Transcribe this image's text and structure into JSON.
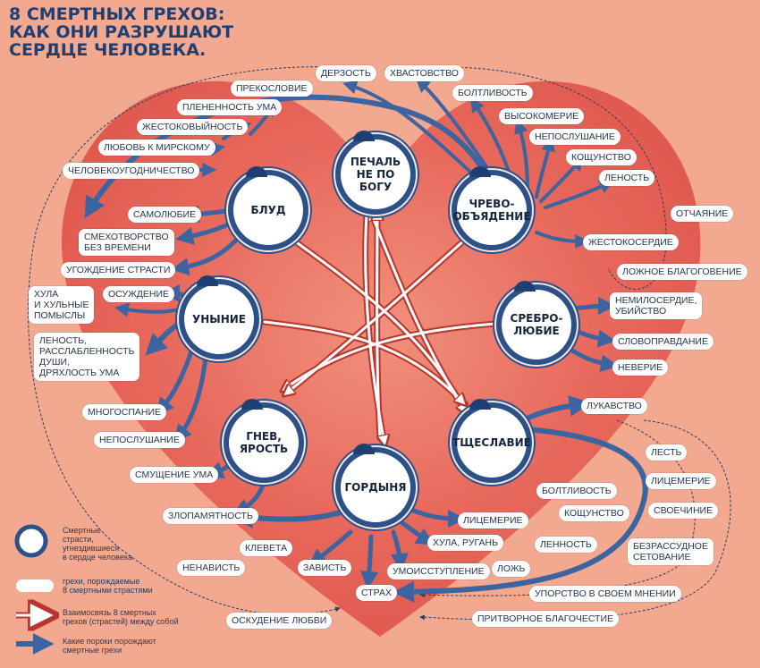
{
  "title": {
    "line1": "8 СМЕРТНЫХ ГРЕХОВ:",
    "line2": "КАК ОНИ РАЗРУШАЮТ",
    "line3": "СЕРДЦЕ ЧЕЛОВЕКА."
  },
  "colors": {
    "background": "#f2a98f",
    "heart": "#e5675c",
    "arrow_blue": "#3c64a0",
    "passion_ring": "#2c5189",
    "interlink_arrow": "#b8362e"
  },
  "passions": {
    "blud": "БЛУД",
    "pechal": "ПЕЧАЛЬ\nНЕ ПО БОГУ",
    "chrevo": "ЧРЕВО-\nОБЪЯДЕНИЕ",
    "unynie": "УНЫНИЕ",
    "srebro": "СРЕБРО-\nЛЮБИЕ",
    "gnev": "ГНЕВ,\nЯРОСТЬ",
    "tshche": "ТЩЕСЛАВИЕ",
    "gordynya": "ГОРДЫНЯ"
  },
  "sins": {
    "derzost": "ДЕРЗОСТЬ",
    "hvastovstvo": "ХВАСТОВСТВО",
    "prekoslovie": "ПРЕКОСЛОВИЕ",
    "plenennost": "ПЛЕНЕННОСТЬ УМА",
    "boltlivost_top": "БОЛТЛИВОСТЬ",
    "zhestokovyinost": "ЖЕСТОКОВЫЙНОСТЬ",
    "vysokomerie": "ВЫСОКОМЕРИЕ",
    "lyubov_mir": "ЛЮБОВЬ К МИРСКОМУ",
    "neposlushanie_top": "НЕПОСЛУШАНИЕ",
    "chelovekougod": "ЧЕЛОВЕКОУГОДНИЧЕСТВО",
    "koshchunstvo_top": "КОЩУНСТВО",
    "lenost_top": "ЛЕНОСТЬ",
    "samolyubie": "САМОЛЮБИЕ",
    "otchayanie": "ОТЧАЯНИЕ",
    "smehotvorstvo": "СМЕХОТВОРСТВО\nБЕЗ ВРЕМЕНИ",
    "zhestokoserdie": "ЖЕСТОКОСЕРДИЕ",
    "ugozhdenie": "УГОЖДЕНИЕ СТРАСТИ",
    "lozhnoe_blag": "ЛОЖНОЕ БЛАГОГОВЕНИЕ",
    "hula_pomysly": "ХУЛА\nИ ХУЛЬНЫЕ\nПОМЫСЛЫ",
    "osuzhdenie": "ОСУЖДЕНИЕ",
    "nemiloserdie": "НЕМИЛОСЕРДИЕ,\nУБИЙСТВО",
    "lenost_dushi": "ЛЕНОСТЬ,\nРАССЛАБЛЕННОСТЬ\nДУШИ,\nДРЯХЛОСТЬ УМА",
    "slovopravdanie": "СЛОВОПРАВДАНИЕ",
    "neverie": "НЕВЕРИЕ",
    "lukavstvo": "ЛУКАВСТВО",
    "mnogospanie": "МНОГОСПАНИЕ",
    "neposlushanie_left": "НЕПОСЛУШАНИЕ",
    "lest": "ЛЕСТЬ",
    "smushchenie": "СМУЩЕНИЕ УМА",
    "licemerie_right": "ЛИЦЕМЕРИЕ",
    "boltlivost_bottom": "БОЛТЛИВОСТЬ",
    "koshchunstvo_bottom": "КОЩУНСТВО",
    "svoechinie": "СВОЕЧИНИЕ",
    "zlopamyatnost": "ЗЛОПАМЯТНОСТЬ",
    "licemerie_bottom": "ЛИЦЕМЕРИЕ",
    "bezrassudnoe": "БЕЗРАССУДНОЕ\nСЕТОВАНИЕ",
    "hula_ruganj": "ХУЛА, РУГАНЬ",
    "lennost": "ЛЕННОСТЬ",
    "kleveta": "КЛЕВЕТА",
    "nenavist": "НЕНАВИСТЬ",
    "zavist": "ЗАВИСТЬ",
    "umoissuplenie": "УМОИССТУПЛЕНИЕ",
    "lozh": "ЛОЖЬ",
    "upporstvo": "УПОРСТВО В СВОЕМ МНЕНИИ",
    "strah": "СТРАХ",
    "oskudenie": "ОСКУДЕНИЕ ЛЮБВИ",
    "pritvornoe": "ПРИТВОРНОЕ БЛАГОЧЕСТИЕ"
  },
  "legend": {
    "passions": "Смертные\nстрасти,\nугнездившиеся\nв сердце человека",
    "sins": "грехи, порождаемые\n8 смертными страстями",
    "interlink": "Взаимосвязь 8 смертных\nгрехов (страстей) между собой",
    "produce": "Какие пороки порождают\nсмертные грехи"
  }
}
